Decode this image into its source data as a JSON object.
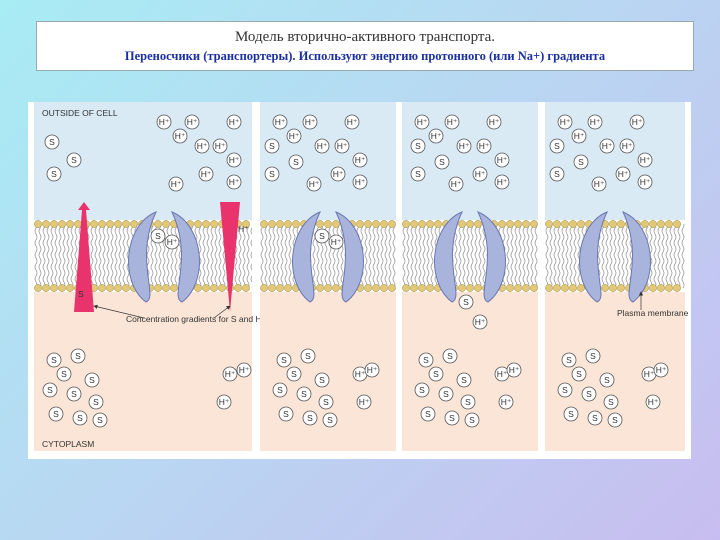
{
  "header": {
    "title": "Модель вторично-активного транспорта.",
    "subtitle": "Переносчики (транспортеры). Используют энергию протонного (или Na+) градиента"
  },
  "figure": {
    "outside_label": "OUTSIDE OF CELL",
    "cytoplasm_label": "CYTOPLASM",
    "gradient_label": "Concentration gradients for S and H⁺",
    "membrane_label": "Plasma membrane",
    "solute_symbol": "S",
    "proton_symbol": "H⁺",
    "colors": {
      "outside": "#d9eaf5",
      "cytoplasm": "#fbe5d6",
      "transporter": "#a9b4dd",
      "gradient": "#e8336d",
      "lipid_head": "#e2c97a"
    }
  }
}
